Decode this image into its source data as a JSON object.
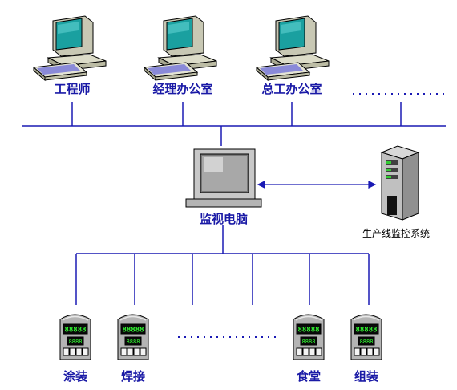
{
  "top_nodes": [
    {
      "label": "工程师",
      "icon": "workstation-icon"
    },
    {
      "label": "经理办公室",
      "icon": "workstation-icon"
    },
    {
      "label": "总工办公室",
      "icon": "workstation-icon"
    }
  ],
  "monitor_pc": {
    "label": "监视电脑",
    "icon": "monitor-icon"
  },
  "server": {
    "label": "生产线监控系统",
    "icon": "server-tower-icon"
  },
  "bottom_nodes": [
    {
      "label": "涂装",
      "icon": "controller-panel-icon"
    },
    {
      "label": "焊接",
      "icon": "controller-panel-icon"
    },
    {
      "label": "食堂",
      "icon": "controller-panel-icon"
    },
    {
      "label": "组装",
      "icon": "controller-panel-icon"
    }
  ],
  "colors": {
    "network_line": "#1a1ab4",
    "label_text": "#1a1aa6",
    "panel_display": "#33ff33",
    "screen_teal": "#1aa0a0"
  }
}
